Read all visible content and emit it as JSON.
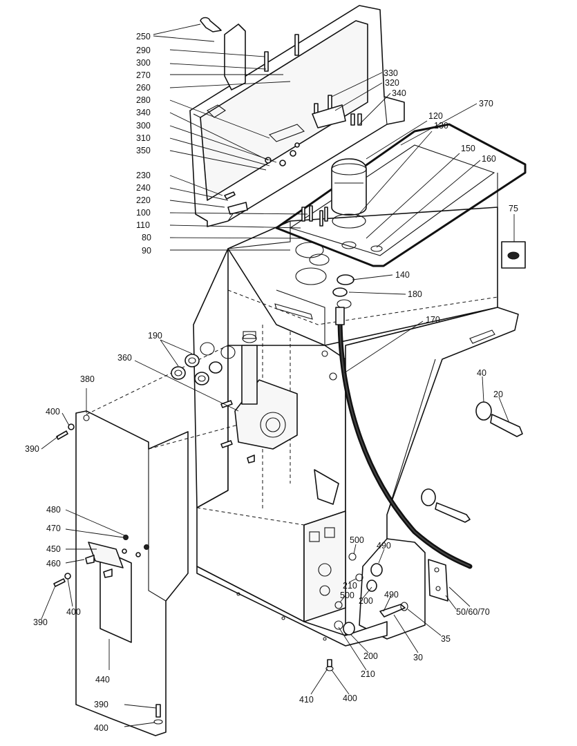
{
  "diagram": {
    "callouts": [
      {
        "id": "c250",
        "text": "250"
      },
      {
        "id": "c290",
        "text": "290"
      },
      {
        "id": "c300a",
        "text": "300"
      },
      {
        "id": "c270",
        "text": "270"
      },
      {
        "id": "c260",
        "text": "260"
      },
      {
        "id": "c280",
        "text": "280"
      },
      {
        "id": "c340a",
        "text": "340"
      },
      {
        "id": "c300b",
        "text": "300"
      },
      {
        "id": "c310",
        "text": "310"
      },
      {
        "id": "c350",
        "text": "350"
      },
      {
        "id": "c230",
        "text": "230"
      },
      {
        "id": "c240",
        "text": "240"
      },
      {
        "id": "c220",
        "text": "220"
      },
      {
        "id": "c100",
        "text": "100"
      },
      {
        "id": "c110",
        "text": "110"
      },
      {
        "id": "c80",
        "text": "80"
      },
      {
        "id": "c90",
        "text": "90"
      },
      {
        "id": "c330",
        "text": "330"
      },
      {
        "id": "c320",
        "text": "320"
      },
      {
        "id": "c340b",
        "text": "340"
      },
      {
        "id": "c120",
        "text": "120"
      },
      {
        "id": "c130",
        "text": "130"
      },
      {
        "id": "c370",
        "text": "370"
      },
      {
        "id": "c150",
        "text": "150"
      },
      {
        "id": "c160",
        "text": "160"
      },
      {
        "id": "c75",
        "text": "75"
      },
      {
        "id": "c140",
        "text": "140"
      },
      {
        "id": "c180",
        "text": "180"
      },
      {
        "id": "c170",
        "text": "170"
      },
      {
        "id": "c190",
        "text": "190"
      },
      {
        "id": "c360",
        "text": "360"
      },
      {
        "id": "c380",
        "text": "380"
      },
      {
        "id": "c400a",
        "text": "400"
      },
      {
        "id": "c390a",
        "text": "390"
      },
      {
        "id": "c40",
        "text": "40"
      },
      {
        "id": "c20",
        "text": "20"
      },
      {
        "id": "c480",
        "text": "480"
      },
      {
        "id": "c470",
        "text": "470"
      },
      {
        "id": "c450",
        "text": "450"
      },
      {
        "id": "c460",
        "text": "460"
      },
      {
        "id": "c390b",
        "text": "390"
      },
      {
        "id": "c400b",
        "text": "400"
      },
      {
        "id": "c500a",
        "text": "500"
      },
      {
        "id": "c490a",
        "text": "490"
      },
      {
        "id": "c210a",
        "text": "210"
      },
      {
        "id": "c200a",
        "text": "200"
      },
      {
        "id": "c500b",
        "text": "500"
      },
      {
        "id": "c490b",
        "text": "490"
      },
      {
        "id": "c50",
        "text": "50/60/70"
      },
      {
        "id": "c35",
        "text": "35"
      },
      {
        "id": "c30",
        "text": "30"
      },
      {
        "id": "c200b",
        "text": "200"
      },
      {
        "id": "c210b",
        "text": "210"
      },
      {
        "id": "c440",
        "text": "440"
      },
      {
        "id": "c410",
        "text": "410"
      },
      {
        "id": "c400c",
        "text": "400"
      },
      {
        "id": "c390c",
        "text": "390"
      },
      {
        "id": "c400d",
        "text": "400"
      }
    ]
  }
}
